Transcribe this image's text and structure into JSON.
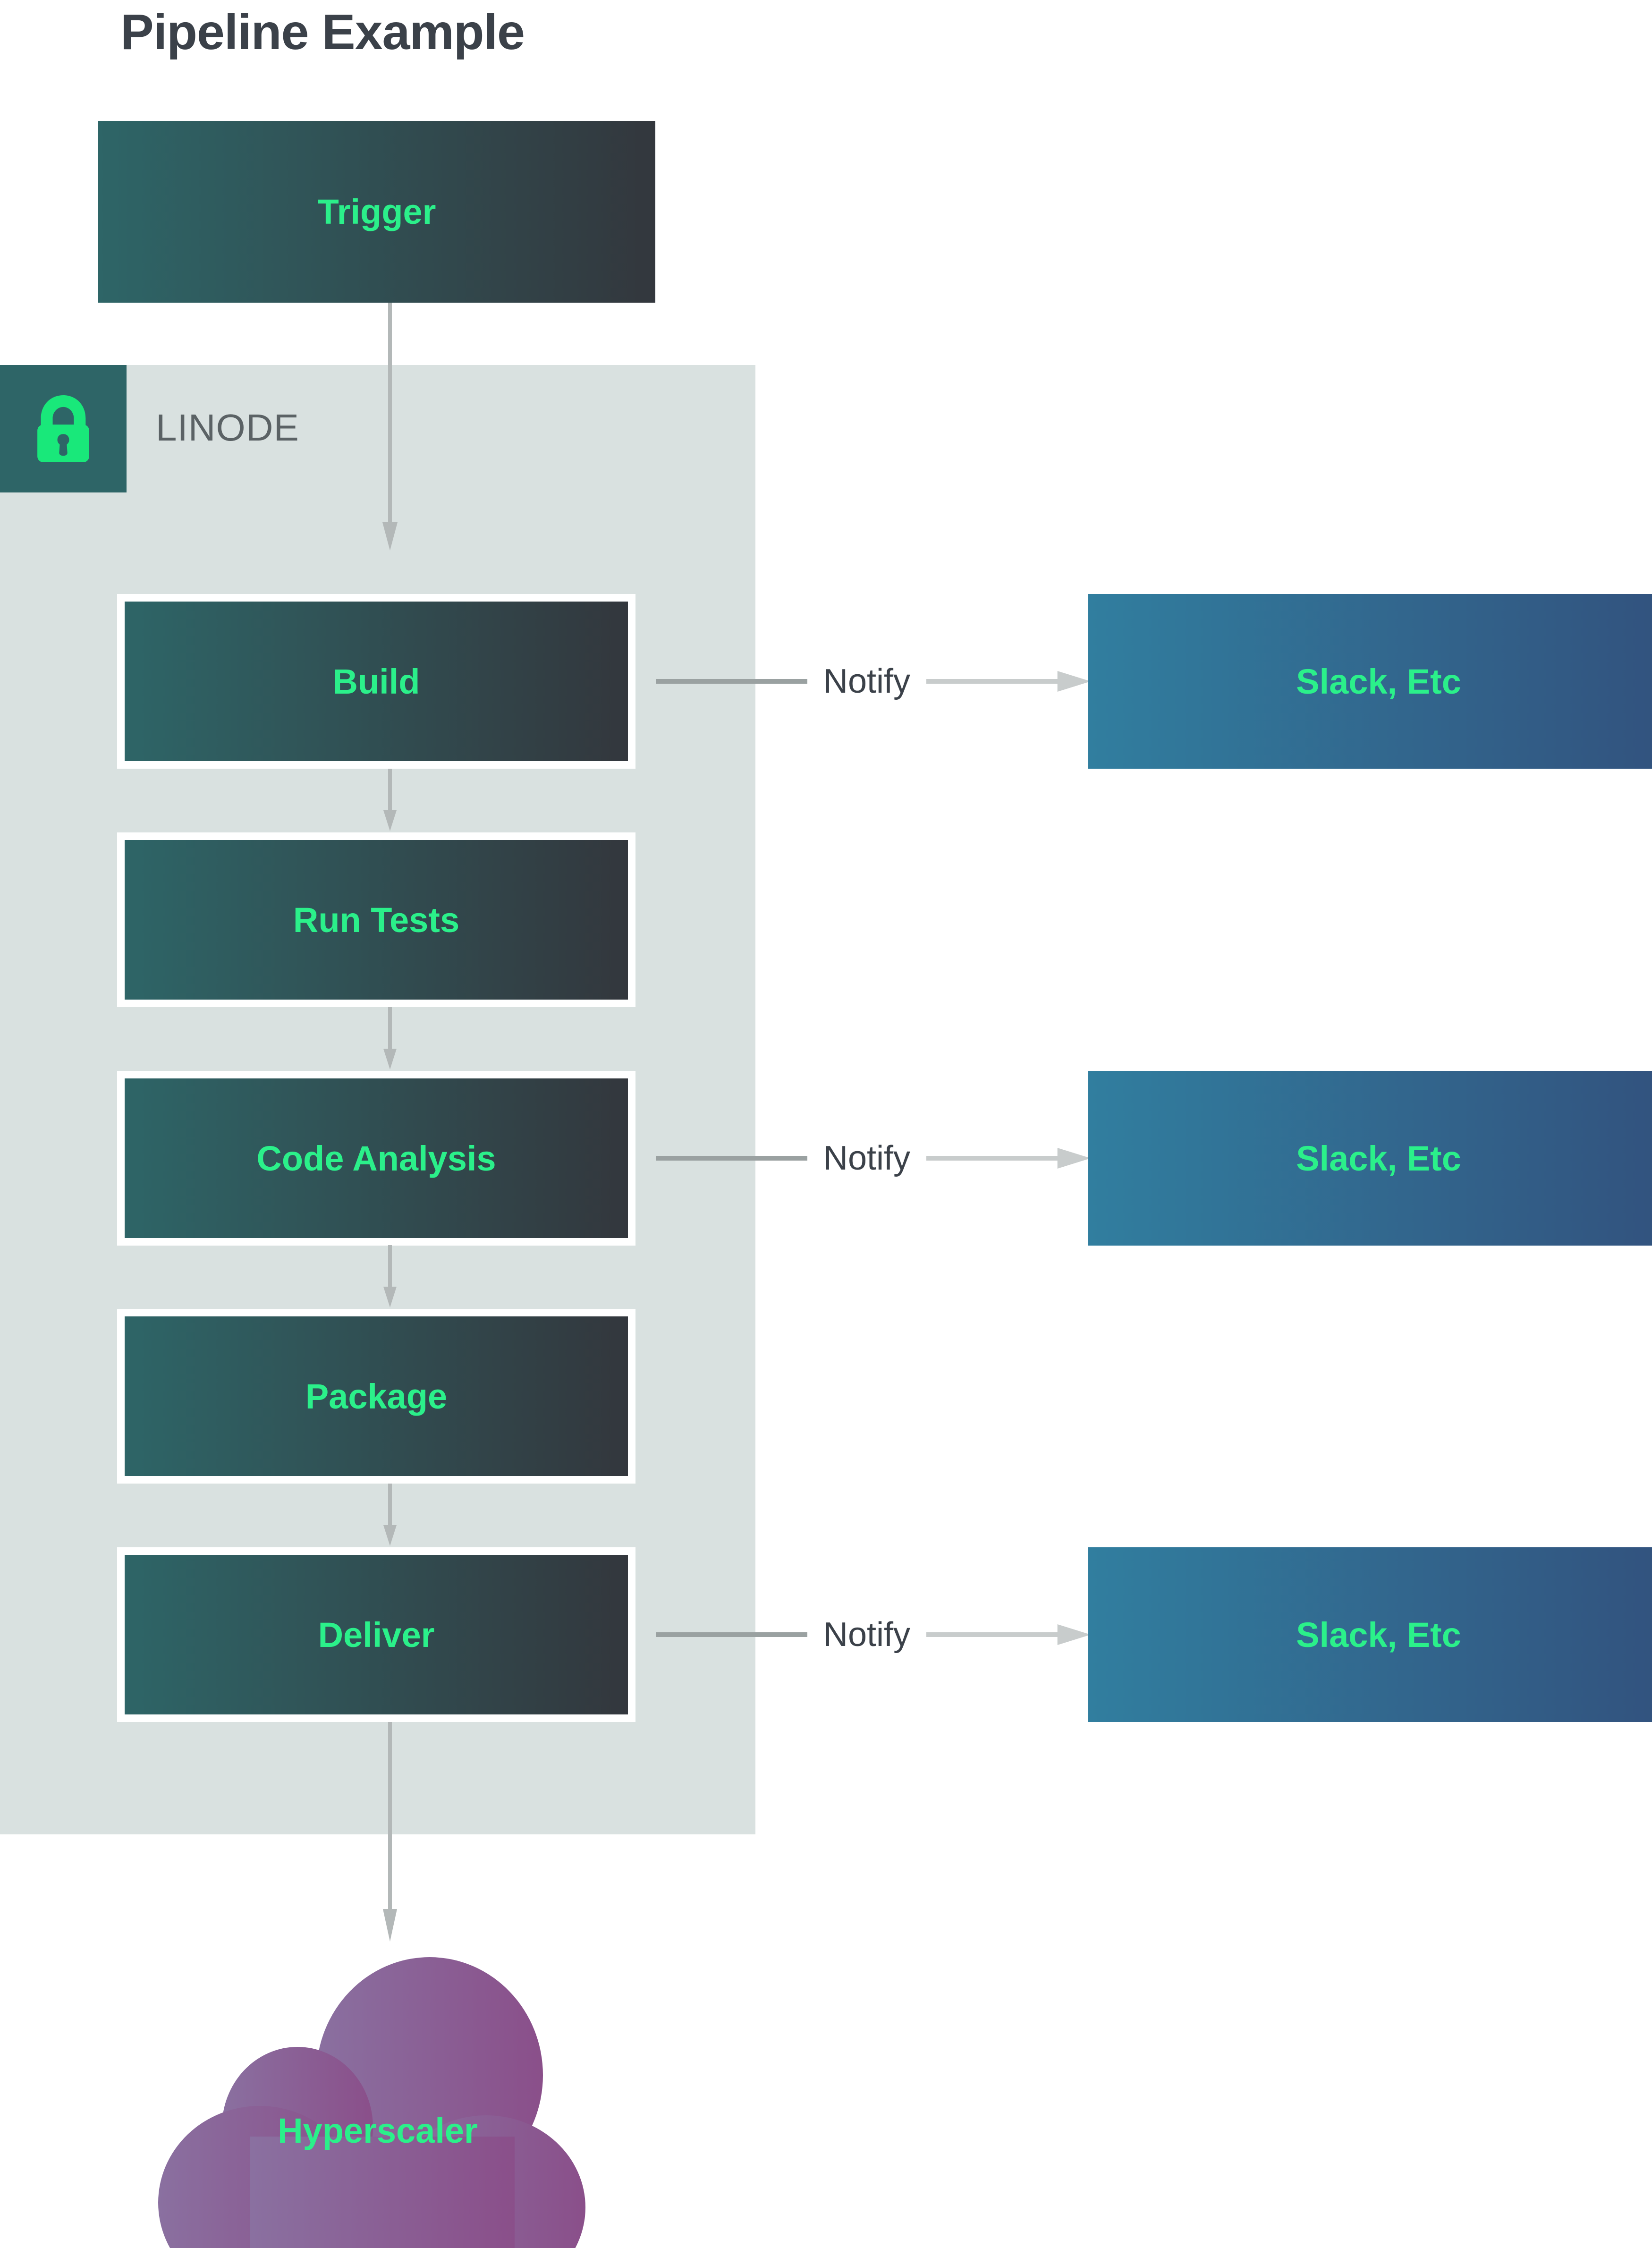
{
  "title": "Pipeline Example",
  "colors": {
    "accent_green": "#2bf08a",
    "title_gray": "#3b4149",
    "zone_bg": "#d9e1e0",
    "lock_badge_bg": "#2e6567",
    "stage_gradient_from": "#2e6567",
    "stage_gradient_to": "#33373d",
    "sink_gradient_from": "#317e9f",
    "sink_gradient_to": "#32527e",
    "cloud_gradient_from": "#8a70a0",
    "cloud_gradient_to": "#8a4f8a",
    "arrow_gray": "#b3b8b8",
    "label_gray": "#5b6265"
  },
  "trigger": {
    "label": "Trigger"
  },
  "zone": {
    "label": "LINODE",
    "lock_icon": "lock-icon"
  },
  "stages": [
    {
      "label": "Build"
    },
    {
      "label": "Run Tests"
    },
    {
      "label": "Code Analysis"
    },
    {
      "label": "Package"
    },
    {
      "label": "Deliver"
    }
  ],
  "notifications": [
    {
      "connector_label": "Notify",
      "target_label": "Slack, Etc"
    },
    {
      "connector_label": "Notify",
      "target_label": "Slack, Etc"
    },
    {
      "connector_label": "Notify",
      "target_label": "Slack, Etc"
    }
  ],
  "cloud": {
    "label": "Hyperscaler"
  }
}
